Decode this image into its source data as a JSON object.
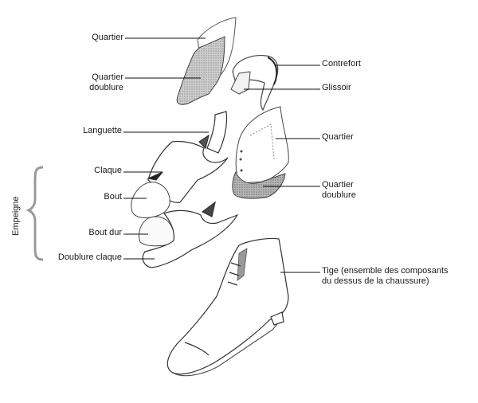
{
  "diagram": {
    "subject": "Exploded view of shoe (chukka boot) parts",
    "labels_left": [
      {
        "id": "quartier-top",
        "text": "Quartier"
      },
      {
        "id": "quartier-doublure-top-1",
        "text": "Quartier"
      },
      {
        "id": "quartier-doublure-top-2",
        "text": "doublure"
      },
      {
        "id": "languette",
        "text": "Languette"
      },
      {
        "id": "claque",
        "text": "Claque"
      },
      {
        "id": "bout",
        "text": "Bout"
      },
      {
        "id": "bout-dur",
        "text": "Bout dur"
      },
      {
        "id": "doublure-claque",
        "text": "Doublure claque"
      }
    ],
    "labels_right": [
      {
        "id": "contrefort",
        "text": "Contrefort"
      },
      {
        "id": "glissoir",
        "text": "Glissoir"
      },
      {
        "id": "quartier-right",
        "text": "Quartier"
      },
      {
        "id": "quartier-doublure-right-1",
        "text": "Quartier"
      },
      {
        "id": "quartier-doublure-right-2",
        "text": "doublure"
      },
      {
        "id": "tige-1",
        "text": "Tige (ensemble des composants"
      },
      {
        "id": "tige-2",
        "text": "du dessus de la chaussure)"
      }
    ],
    "group": {
      "label": "Empeigne",
      "brace_color": "#9a9a9a"
    }
  }
}
